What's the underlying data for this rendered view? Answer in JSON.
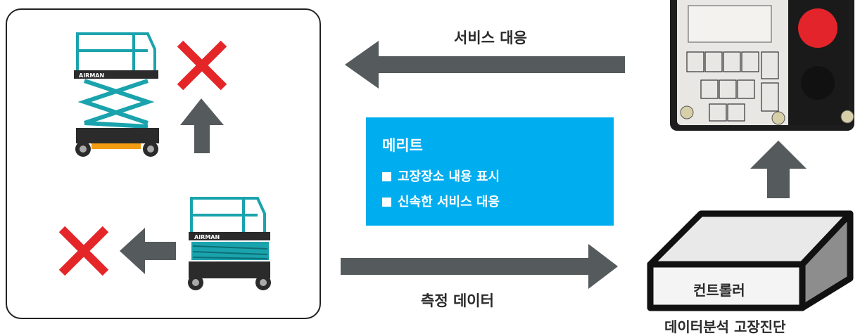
{
  "arrows": {
    "service_label": "서비스 대응",
    "measure_label": "측정 데이터"
  },
  "merit": {
    "title": "메리트",
    "items": [
      "고장장소 내용 표시",
      "신속한 서비스 대응"
    ]
  },
  "controller": {
    "label": "컨트롤러",
    "caption": "데이터분석 고장진단"
  },
  "lift": {
    "brand": "AIRMAN"
  },
  "colors": {
    "accent": "#00aeef",
    "arrow": "#555a5c",
    "cross": "#e52629",
    "lift": "#1aa3ad"
  }
}
